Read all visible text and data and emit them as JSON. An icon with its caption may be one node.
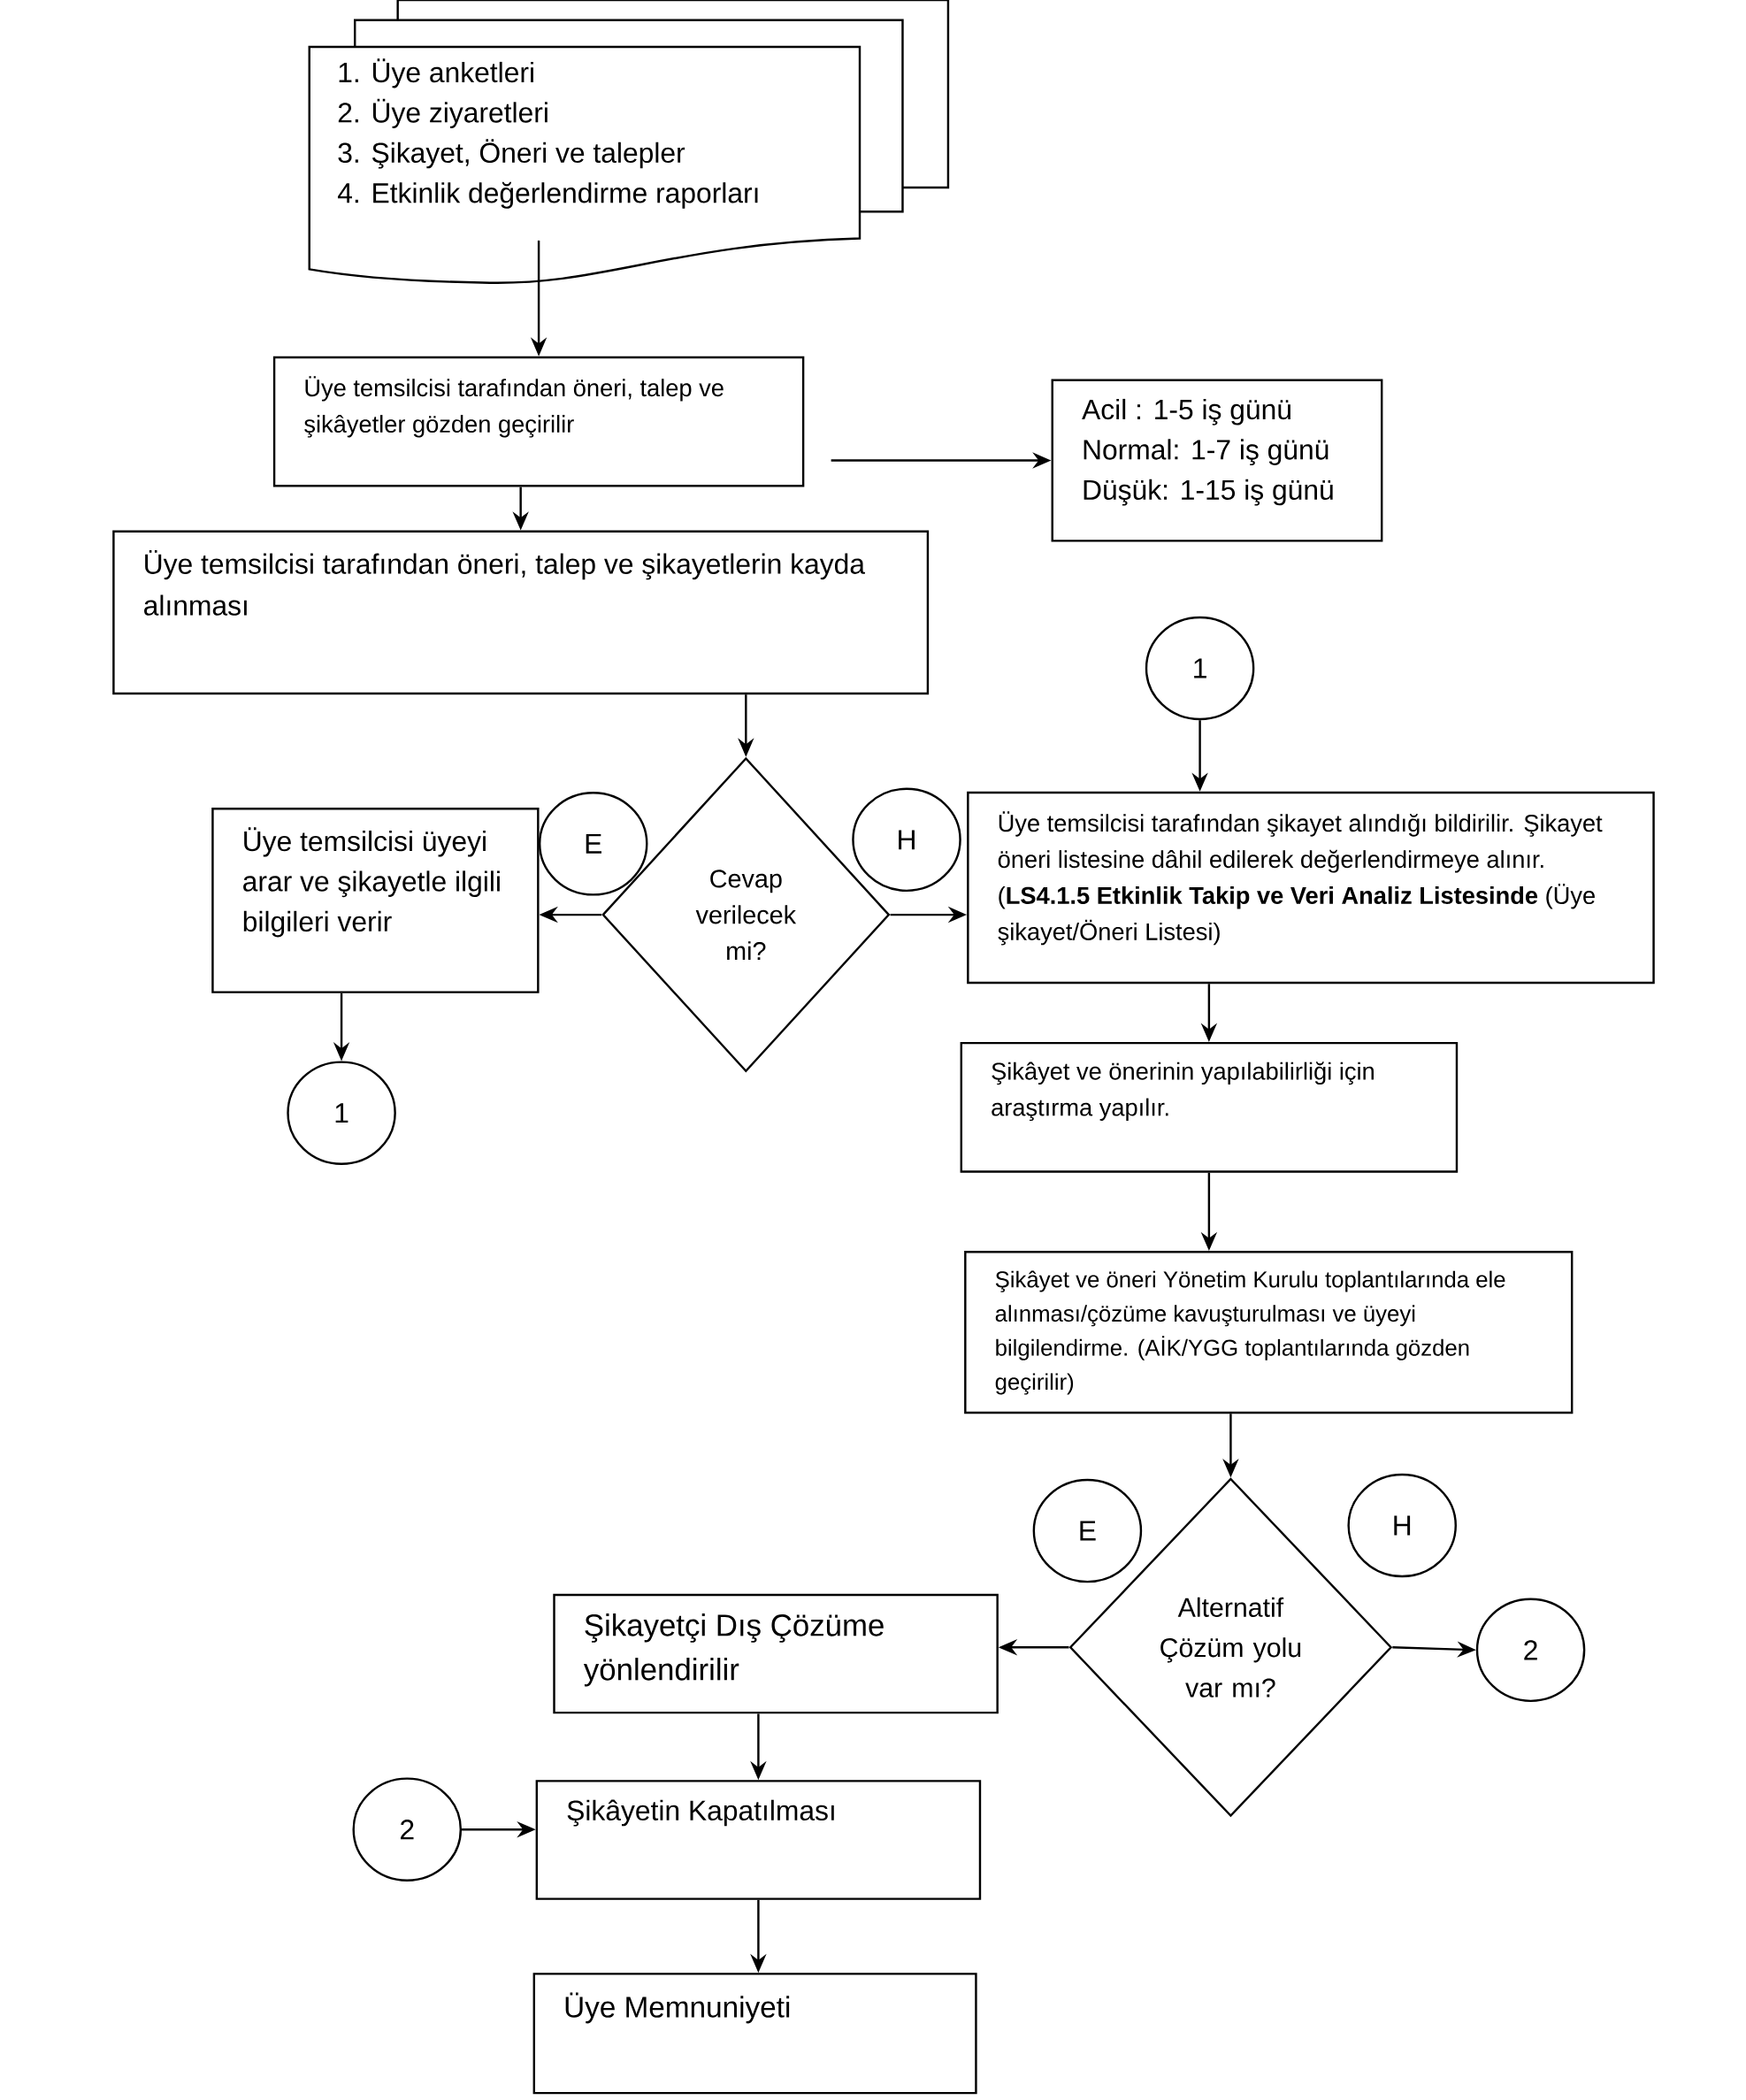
{
  "diagram": {
    "nodes": [
      {
        "text": [
          "1. Üye anketleri",
          "2. Üye ziyaretleri",
          "3. Şikayet, Öneri ve talepler",
          "4. Etkinlik değerlendirme raporları"
        ]
      },
      {
        "text": [
          "Üye temsilcisi tarafından öneri, talep ve şikâyetler gözden geçirilir"
        ]
      },
      {
        "text": [
          "Acil : 1-5 iş günü",
          "Normal: 1-7 iş günü",
          "Düşük: 1-15 iş günü"
        ]
      },
      {
        "text": [
          "Üye temsilcisi tarafından öneri, talep ve şikayetlerin kayda alınması"
        ]
      },
      {
        "text": [
          "1"
        ]
      },
      {
        "text": [
          "Üye temsilcisi üyeyi arar ve şikayetle ilgili bilgileri verir"
        ]
      },
      {
        "text": [
          "E"
        ]
      },
      {
        "text": [
          "Cevap verilecek mi?"
        ]
      },
      {
        "text": [
          "H"
        ]
      },
      {
        "text": [
          "Üye temsilcisi tarafından şikayet alındığı bildirilir. Şikayet öneri listesine dâhil edilerek değerlendirmeye alınır. (**LS4.1.5 Etkinlik Takip ve Veri Analiz Listesinde** (Üye şikayet/Öneri Listesi)"
        ]
      },
      {
        "text": [
          "1"
        ]
      },
      {
        "text": [
          "Şikâyet ve önerinin yapılabilirliği için araştırma yapılır."
        ]
      },
      {
        "text": [
          "Şikâyet ve öneri Yönetim Kurulu toplantılarında ele alınması/çözüme kavuşturulması ve üyeyi bilgilendirme. (AİK/YGG toplantılarında gözden geçirilir)"
        ]
      },
      {
        "text": [
          "E"
        ]
      },
      {
        "text": [
          "H"
        ]
      },
      {
        "text": [
          "Şikayetçi Dış Çözüme yönlendirilir"
        ]
      },
      {
        "text": [
          "Alternatif Çözüm yolu var mı?"
        ]
      },
      {
        "text": [
          "2"
        ]
      },
      {
        "text": [
          "2"
        ]
      },
      {
        "text": [
          "Şikâyetin Kapatılması"
        ]
      },
      {
        "text": [
          "Üye Memnuniyeti"
        ]
      }
    ],
    "edges": [
      {
        "from": 0,
        "to": 1,
        "arrow": "to"
      },
      {
        "from": 1,
        "to": 2,
        "arrow": "to"
      },
      {
        "from": 1,
        "to": 3,
        "arrow": "to"
      },
      {
        "from": 3,
        "to": 7,
        "arrow": "to"
      },
      {
        "from": 4,
        "to": 9,
        "arrow": "to"
      },
      {
        "from": 7,
        "to": 5,
        "arrow": "to"
      },
      {
        "from": 7,
        "to": 9,
        "arrow": "to"
      },
      {
        "from": 5,
        "to": 10,
        "arrow": "to"
      },
      {
        "from": 9,
        "to": 11,
        "arrow": "to"
      },
      {
        "from": 11,
        "to": 12,
        "arrow": "to"
      },
      {
        "from": 12,
        "to": 16,
        "arrow": "to"
      },
      {
        "from": 16,
        "to": 15,
        "arrow": "to"
      },
      {
        "from": 16,
        "to": 17,
        "arrow": "to"
      },
      {
        "from": 15,
        "to": 19,
        "arrow": "to"
      },
      {
        "from": 18,
        "to": 19,
        "arrow": "to"
      },
      {
        "from": 19,
        "to": 20,
        "arrow": "to"
      }
    ]
  }
}
